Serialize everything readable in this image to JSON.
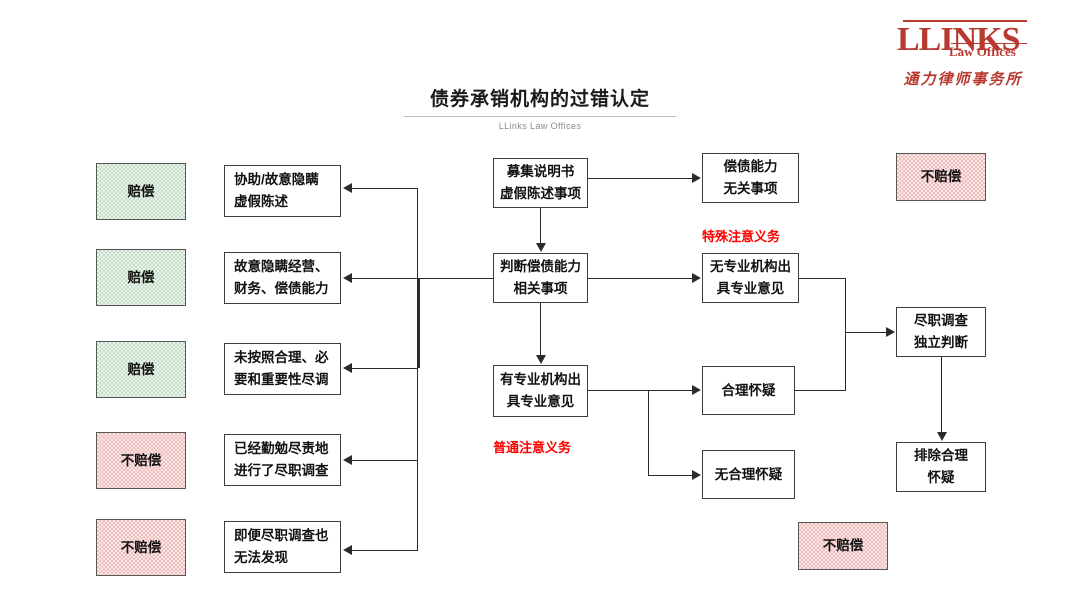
{
  "header": {
    "title": "债券承销机构的过错认定",
    "subtitle": "LLinks Law Offices",
    "logo": {
      "mark": "LLINKS",
      "tagline": "Law Offices",
      "chinese_name": "通力律师事务所",
      "color": "#b8392f"
    }
  },
  "outcomes": {
    "compensate": "赔偿",
    "no_compensate": "不赔偿"
  },
  "colors": {
    "compensate_fill": "#e8f4ea",
    "no_compensate_fill": "#fbe4e4",
    "annotation_red": "#ff0000",
    "node_border": "#3d3d3d"
  },
  "outcome_column": [
    {
      "label": "赔偿",
      "type": "compensate"
    },
    {
      "label": "赔偿",
      "type": "compensate"
    },
    {
      "label": "赔偿",
      "type": "compensate"
    },
    {
      "label": "不赔偿",
      "type": "no-compensate"
    },
    {
      "label": "不赔偿",
      "type": "no-compensate"
    }
  ],
  "conduct_column": [
    {
      "label": "协助/故意隐瞒\n虚假陈述"
    },
    {
      "label": "故意隐瞒经营、\n财务、偿债能力"
    },
    {
      "label": "未按照合理、必\n要和重要性尽调"
    },
    {
      "label": "已经勤勉尽责地\n进行了尽职调查"
    },
    {
      "label": "即便尽职调查也\n无法发现"
    }
  ],
  "center_column": [
    {
      "label": "募集说明书\n虚假陈述事项"
    },
    {
      "label": "判断偿债能力\n相关事项"
    },
    {
      "label": "有专业机构出\n具专业意见"
    }
  ],
  "right_column": [
    {
      "label": "偿债能力\n无关事项"
    },
    {
      "label": "无专业机构出\n具专业意见"
    },
    {
      "label": "合理怀疑"
    },
    {
      "label": "无合理怀疑"
    }
  ],
  "far_right_column": [
    {
      "label": "不赔偿",
      "type": "no-compensate"
    },
    {
      "label": "尽职调查\n独立判断",
      "type": "plain"
    },
    {
      "label": "排除合理\n怀疑",
      "type": "plain"
    },
    {
      "label": "不赔偿",
      "type": "no-compensate"
    }
  ],
  "annotations": [
    {
      "label": "特殊注意义务"
    },
    {
      "label": "普通注意义务"
    }
  ]
}
